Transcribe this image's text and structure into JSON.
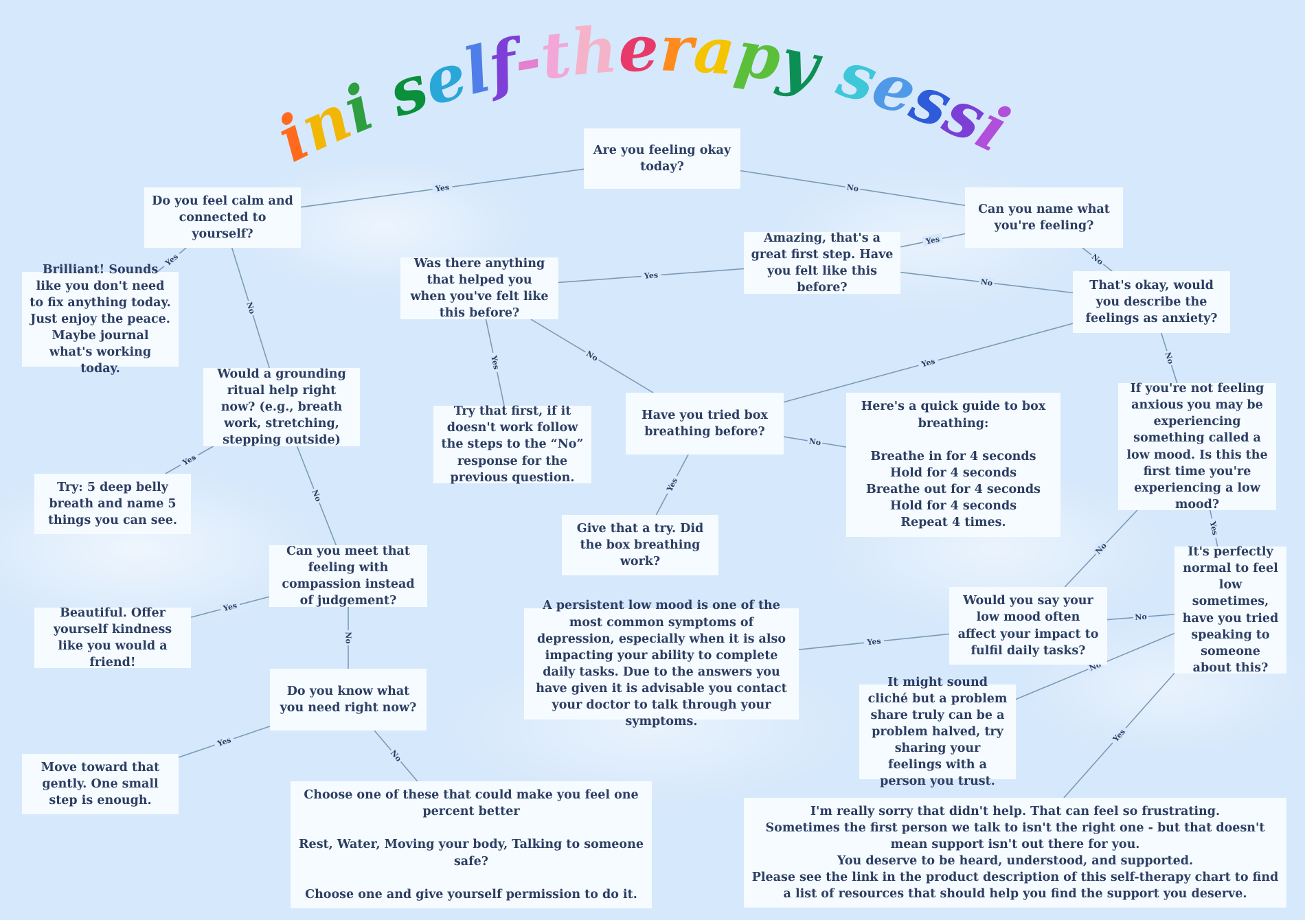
{
  "title": {
    "text": "mini self-therapy session",
    "colors": [
      "#e8202a",
      "#ff6a1f",
      "#f2b705",
      "#2e9e3f",
      "#0a8f3a",
      "#29a7d8",
      "#4f7ee8",
      "#7e3fd9",
      "#e57fcf",
      "#f2a7d8",
      "#f4b3c9",
      "#e83a6a",
      "#ff8a1e",
      "#f5c400",
      "#5bbf3a",
      "#0c8f54",
      "#3ec7d9",
      "#5098e8",
      "#2d5bd9",
      "#7b3fd6",
      "#b04fd9",
      "#f08ac8",
      "#f07fb8",
      "#e84a9a",
      "#e8202a"
    ]
  },
  "nodes": {
    "n1": "Are you feeling okay today?",
    "n2": "Do you feel calm and connected to yourself?",
    "n3": "Brilliant! Sounds like you don't need to fix anything today. Just enjoy the peace. Maybe journal what's working today.",
    "n4": "Would a grounding ritual help right now? (e.g., breath work, stretching, stepping outside)",
    "n5": "Try: 5 deep belly breath and name 5 things you can see.",
    "n6": "Can you meet that feeling with compassion instead of judgement?",
    "n7": "Beautiful. Offer yourself kindness like you would a friend!",
    "n8": "Do you know what you need right now?",
    "n9": "Move toward that gently. One small step is enough.",
    "n10": "Choose one of these that could make you feel one percent better\n\nRest, Water, Moving your body, Talking to someone safe?\n\nChoose one and give yourself permission to do it.",
    "n11": "Can you name what you're feeling?",
    "n12": "Amazing, that's a great first step. Have you felt like this before?",
    "n13": "Was there anything that helped you when you've felt like this before?",
    "n14": "Try that first, if it doesn't work follow the steps to the “No” response for the previous question.",
    "n15": "Have you tried box breathing before?",
    "n16": "Give that a try. Did the box breathing work?",
    "n17": "Here's a quick guide to box breathing:\n\nBreathe in for 4 seconds\nHold for 4 seconds\nBreathe out for 4 seconds\nHold for 4 seconds\nRepeat 4 times.",
    "n18": "That's okay, would you describe the feelings as anxiety?",
    "n19": "If you're not feeling anxious you may be experiencing something called a low mood. Is this the first time you're experiencing a low mood?",
    "n20": "It's perfectly normal to feel low sometimes, have you tried speaking to someone about this?",
    "n21": "Would you say your low mood often affect your impact to fulfil daily tasks?",
    "n22": "A persistent low mood is one of the most common symptoms of depression, especially when it is also impacting your ability to complete daily tasks. Due to the answers you have given it is advisable you contact your doctor to talk through your symptoms.",
    "n23": "It might sound cliché but a problem share truly can be a problem halved, try sharing your feelings with a person you trust.",
    "n24": "I'm really sorry that didn't help. That can feel so frustrating.\nSometimes the first person we talk to isn't the right one - but that doesn't mean support isn't out there for you.\nYou deserve to be heard, understood, and supported.\nPlease see the link in the product description of this self-therapy chart to find a list of resources that should help you find the support you deserve."
  },
  "edges": [
    {
      "from": "n1",
      "to": "n2",
      "label": "Yes"
    },
    {
      "from": "n1",
      "to": "n11",
      "label": "No"
    },
    {
      "from": "n2",
      "to": "n3",
      "label": "Yes"
    },
    {
      "from": "n2",
      "to": "n4",
      "label": "No"
    },
    {
      "from": "n4",
      "to": "n5",
      "label": "Yes"
    },
    {
      "from": "n4",
      "to": "n6",
      "label": "No"
    },
    {
      "from": "n6",
      "to": "n7",
      "label": "Yes"
    },
    {
      "from": "n6",
      "to": "n8",
      "label": "No"
    },
    {
      "from": "n8",
      "to": "n9",
      "label": "Yes"
    },
    {
      "from": "n8",
      "to": "n10",
      "label": "No"
    },
    {
      "from": "n11",
      "to": "n12",
      "label": "Yes"
    },
    {
      "from": "n11",
      "to": "n18",
      "label": "No"
    },
    {
      "from": "n12",
      "to": "n13",
      "label": "Yes"
    },
    {
      "from": "n12",
      "to": "n18",
      "label": "No"
    },
    {
      "from": "n13",
      "to": "n14",
      "label": "Yes"
    },
    {
      "from": "n13",
      "to": "n15",
      "label": "No"
    },
    {
      "from": "n15",
      "to": "n16",
      "label": "Yes"
    },
    {
      "from": "n15",
      "to": "n17",
      "label": "No"
    },
    {
      "from": "n18",
      "to": "n15",
      "label": "Yes"
    },
    {
      "from": "n18",
      "to": "n19",
      "label": "No"
    },
    {
      "from": "n19",
      "to": "n20",
      "label": "Yes"
    },
    {
      "from": "n19",
      "to": "n21",
      "label": "No"
    },
    {
      "from": "n20",
      "to": "n21",
      "label": "No"
    },
    {
      "from": "n21",
      "to": "n22",
      "label": "Yes"
    },
    {
      "from": "n20",
      "to": "n23",
      "label": "No"
    },
    {
      "from": "n20",
      "to": "n24",
      "label": "Yes"
    }
  ]
}
